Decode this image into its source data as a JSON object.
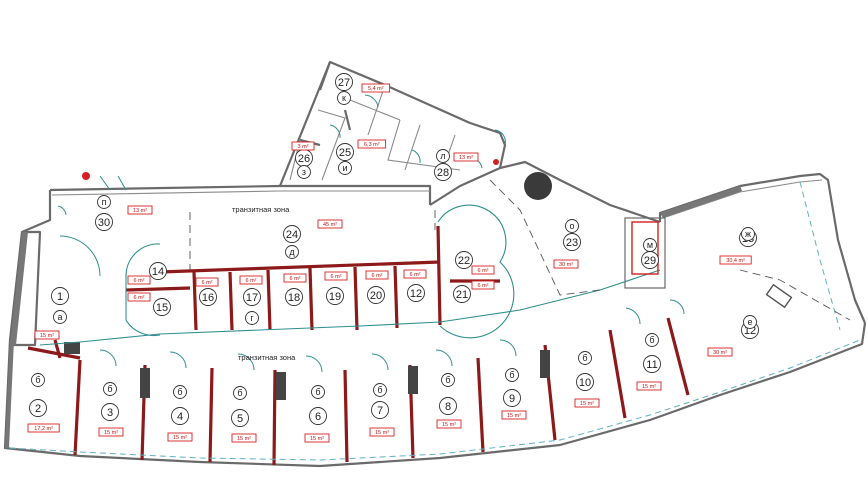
{
  "zone_labels": [
    "транзитная зона",
    "транзитная зона"
  ],
  "rooms": [
    {
      "num": "1",
      "letter": "а",
      "area": "15 m²"
    },
    {
      "num": "2",
      "letter": "б",
      "area": "17,2 m²"
    },
    {
      "num": "3",
      "letter": "б",
      "area": "15 m²"
    },
    {
      "num": "4",
      "letter": "б",
      "area": "15 m²"
    },
    {
      "num": "5",
      "letter": "б",
      "area": "15 m²"
    },
    {
      "num": "6",
      "letter": "б",
      "area": "15 m²"
    },
    {
      "num": "7",
      "letter": "б",
      "area": "15 m²"
    },
    {
      "num": "8",
      "letter": "б",
      "area": "15 m²"
    },
    {
      "num": "9",
      "letter": "б",
      "area": "15 m²"
    },
    {
      "num": "10",
      "letter": "б",
      "area": "15 m²"
    },
    {
      "num": "11",
      "letter": "б",
      "area": "15 m²"
    },
    {
      "num": "12",
      "letter": "е",
      "area": "30 m²"
    },
    {
      "num": "13",
      "letter": "ж",
      "area": "30,4 m²"
    },
    {
      "num": "14",
      "letter": "",
      "area": "6 m²"
    },
    {
      "num": "15",
      "letter": "",
      "area": "6 m²"
    },
    {
      "num": "16",
      "letter": "",
      "area": "6 m²"
    },
    {
      "num": "17",
      "letter": "г",
      "area": "6 m²"
    },
    {
      "num": "18",
      "letter": "",
      "area": "6 m²"
    },
    {
      "num": "19",
      "letter": "",
      "area": "6 m²"
    },
    {
      "num": "20",
      "letter": "",
      "area": "6 m²"
    },
    {
      "num": "12",
      "letter": "",
      "area": "6 m²"
    },
    {
      "num": "21",
      "letter": "",
      "area": "6 m²"
    },
    {
      "num": "22",
      "letter": "",
      "area": "6 m²"
    },
    {
      "num": "23",
      "letter": "о",
      "area": "30 m²"
    },
    {
      "num": "24",
      "letter": "д",
      "area": "45 m²"
    },
    {
      "num": "25",
      "letter": "и",
      "area": "6,3 m²"
    },
    {
      "num": "26",
      "letter": "з",
      "area": "3 m²"
    },
    {
      "num": "27",
      "letter": "к",
      "area": "5,4 m²"
    },
    {
      "num": "28",
      "letter": "л",
      "area": "13 m²"
    },
    {
      "num": "29",
      "letter": "м",
      "area": ""
    },
    {
      "num": "30",
      "letter": "п",
      "area": "13 m²"
    }
  ],
  "colors": {
    "wall": "#6a6a6a",
    "partition": "#8c1a1a",
    "glass": "#2f8f8f",
    "area_label": "#d42020"
  }
}
